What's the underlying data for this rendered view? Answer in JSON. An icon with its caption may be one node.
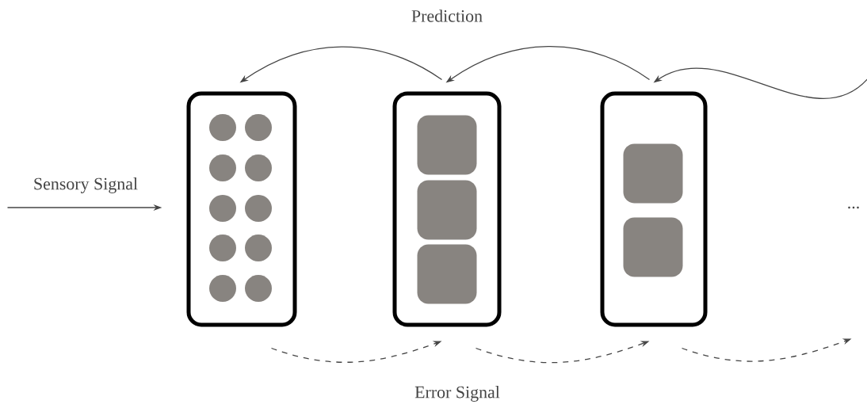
{
  "diagram": {
    "nodes": [
      {
        "text": [],
        "shape": "box"
      },
      {
        "text": [],
        "shape": "box"
      },
      {
        "text": [],
        "shape": "box"
      },
      {
        "text": [],
        "shape": "circle",
        "in": 0
      },
      {
        "text": [],
        "shape": "circle",
        "in": 0
      },
      {
        "text": [],
        "shape": "circle",
        "in": 0
      },
      {
        "text": [],
        "shape": "circle",
        "in": 0
      },
      {
        "text": [],
        "shape": "circle",
        "in": 0
      },
      {
        "text": [],
        "shape": "circle",
        "in": 0
      },
      {
        "text": [],
        "shape": "circle",
        "in": 0
      },
      {
        "text": [],
        "shape": "circle",
        "in": 0
      },
      {
        "text": [],
        "shape": "circle",
        "in": 0
      },
      {
        "text": [],
        "shape": "circle",
        "in": 0
      },
      {
        "text": [],
        "shape": "box",
        "in": 1
      },
      {
        "text": [],
        "shape": "box",
        "in": 1
      },
      {
        "text": [],
        "shape": "box",
        "in": 1
      },
      {
        "text": [],
        "shape": "box",
        "in": 2
      },
      {
        "text": [],
        "shape": "box",
        "in": 2
      }
    ],
    "edges": [
      {
        "from": null,
        "to": 0,
        "arrow": "to",
        "label": "Sensory Signal"
      },
      {
        "from": 1,
        "to": 0,
        "arrow": "to"
      },
      {
        "from": 2,
        "to": 1,
        "arrow": "to"
      },
      {
        "from": null,
        "to": 2,
        "arrow": "to"
      },
      {
        "from": 0,
        "to": 1,
        "arrow": "to",
        "style": "dashed"
      },
      {
        "from": 1,
        "to": 2,
        "arrow": "to",
        "style": "dashed"
      },
      {
        "from": 2,
        "to": null,
        "arrow": "to",
        "style": "dashed"
      }
    ],
    "labels": [
      "Prediction",
      "...",
      "Error Signal"
    ]
  }
}
